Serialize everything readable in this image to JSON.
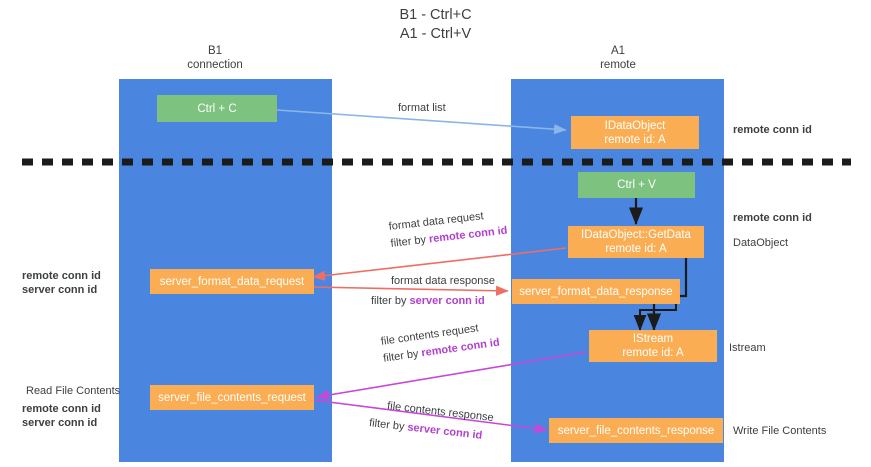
{
  "title": {
    "line1": "B1 - Ctrl+C",
    "line2": "A1 - Ctrl+V"
  },
  "columns": [
    {
      "id": "b1",
      "line1": "B1",
      "line2": "connection",
      "color": "#4a86e0"
    },
    {
      "id": "a1",
      "line1": "A1",
      "line2": "remote",
      "color": "#4a86e0"
    }
  ],
  "colors": {
    "lane": "#4a86e0",
    "green_node": "#7ec27f",
    "orange_node": "#fbad53",
    "purple_text": "#b23fd0",
    "green_text": "#7dbd7e",
    "arrow_blue": "#8ab6e8",
    "arrow_black": "#1b1b1b",
    "arrow_red": "#ef6e63",
    "arrow_magenta": "#c548d6",
    "divider": "#1b1b1b",
    "text": "#3c4043",
    "background": "#ffffff"
  },
  "nodes": {
    "ctrl_c": {
      "label": "Ctrl + C",
      "type": "green"
    },
    "idataobject": {
      "line1": "IDataObject",
      "line2": "remote id: A",
      "type": "orange"
    },
    "ctrl_v": {
      "label": "Ctrl + V",
      "type": "green"
    },
    "getdata": {
      "line1": "IDataObject::GetData",
      "line2": "remote id: A",
      "type": "orange"
    },
    "server_format_data_request": {
      "label": "server_format_data_request",
      "type": "orange"
    },
    "server_format_data_response": {
      "label": "server_format_data_response",
      "type": "orange"
    },
    "istream": {
      "line1": "IStream",
      "line2": "remote id: A",
      "type": "orange"
    },
    "server_file_contents_request": {
      "label": "server_file_contents_request",
      "type": "orange"
    },
    "server_file_contents_response": {
      "label": "server_file_contents_response",
      "type": "orange"
    }
  },
  "edge_labels": {
    "format_list": "format list",
    "format_data_request": "format data request",
    "format_data_request_filter_prefix": "filter by ",
    "format_data_request_filter_key": "remote conn id",
    "format_data_response": "format data response",
    "format_data_response_filter_prefix": "filter by ",
    "format_data_response_filter_key": "server conn id",
    "file_contents_request": "file contents request",
    "file_contents_request_filter_prefix": "filter by ",
    "file_contents_request_filter_key": "remote conn id",
    "file_contents_response": "file contents response",
    "file_contents_response_filter_prefix": "filter by ",
    "file_contents_response_filter_key": "server conn id"
  },
  "right_annotations": [
    {
      "id": "remote-conn-id-top",
      "text": "remote conn id",
      "style": "purple"
    },
    {
      "id": "remote-conn-id-mid",
      "text": "remote conn id",
      "style": "purple"
    },
    {
      "id": "dataobject",
      "text": "DataObject",
      "style": "plain"
    },
    {
      "id": "istream",
      "text": "Istream",
      "style": "plain"
    },
    {
      "id": "write-file-contents",
      "text": "Write File Contents",
      "style": "plain"
    }
  ],
  "left_annotations": [
    {
      "id": "remote-conn-id-left-1",
      "text": "remote conn id",
      "style": "purple"
    },
    {
      "id": "server-conn-id-left-1",
      "text": "server conn id",
      "style": "green"
    },
    {
      "id": "read-file-contents",
      "text": "Read File Contents",
      "style": "plain"
    },
    {
      "id": "remote-conn-id-left-2",
      "text": "remote conn id",
      "style": "purple"
    },
    {
      "id": "server-conn-id-left-2",
      "text": "server conn id",
      "style": "green"
    }
  ]
}
